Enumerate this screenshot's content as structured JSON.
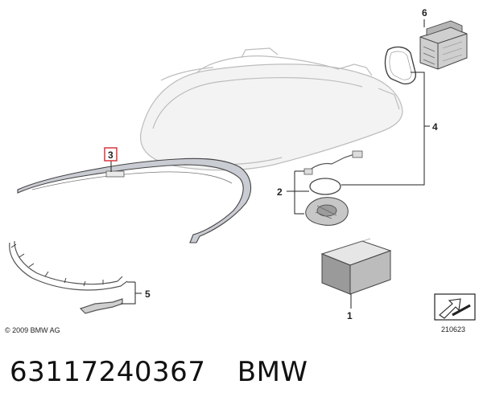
{
  "diagram": {
    "copyright": "© 2009 BMW AG",
    "diagram_id": "210623",
    "callouts": [
      {
        "id": "label-1",
        "text": "1"
      },
      {
        "id": "label-2",
        "text": "2"
      },
      {
        "id": "label-3",
        "text": "3"
      },
      {
        "id": "label-4",
        "text": "4"
      },
      {
        "id": "label-5",
        "text": "5"
      },
      {
        "id": "label-6",
        "text": "6"
      }
    ],
    "colors": {
      "highlight": "#d9363e",
      "line": "#222222",
      "part_fill": "#d7d7d7",
      "part_stroke": "#5a5a5a"
    }
  },
  "caption": {
    "part_number": "63117240367",
    "brand": "BMW"
  }
}
